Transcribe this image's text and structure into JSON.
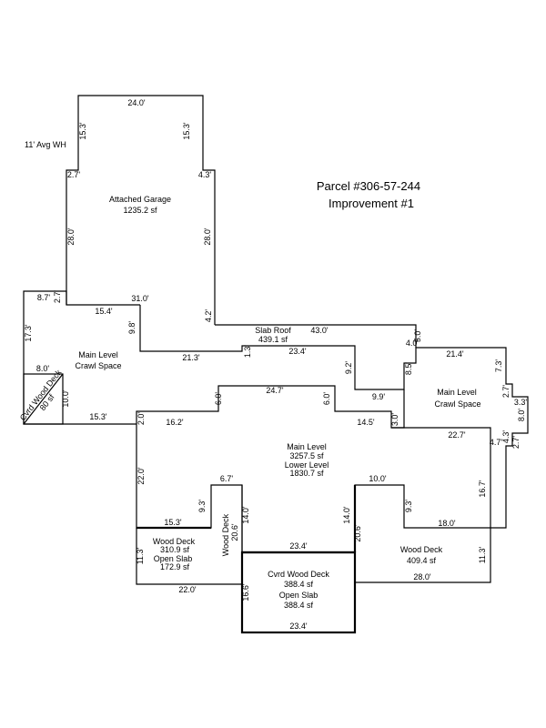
{
  "header": {
    "parcel": "Parcel #306-57-244",
    "improvement": "Improvement #1",
    "wall_height_note": "11' Avg WH"
  },
  "areas": {
    "garage_name": "Attached Garage",
    "garage_sf": "1235.2 sf",
    "slab_roof_name": "Slab Roof",
    "slab_roof_sf": "439.1 sf",
    "crawl_left_line1": "Main Level",
    "crawl_left_line2": "Crawl Space",
    "crawl_right_line1": "Main Level",
    "crawl_right_line2": "Crawl Space",
    "main_level_name": "Main Level",
    "main_level_sf": "3257.5 sf",
    "lower_level_name": "Lower Level",
    "lower_level_sf": "1830.7 sf",
    "cvrd_deck_small_name": "Cvrd Wood Deck",
    "cvrd_deck_small_sf": "80 sf",
    "wood_deck_left_name": "Wood Deck",
    "wood_deck_left_sf": "310.9 sf",
    "open_slab_left_name": "Open Slab",
    "open_slab_left_sf": "172.9 sf",
    "wood_deck_strip_name": "Wood Deck",
    "cvrd_deck_bottom_name": "Cvrd Wood Deck",
    "cvrd_deck_bottom_sf": "388.4 sf",
    "open_slab_bottom_name": "Open Slab",
    "open_slab_bottom_sf": "388.4 sf",
    "wood_deck_right_name": "Wood Deck",
    "wood_deck_right_sf": "409.4 sf"
  },
  "dims": {
    "g_top": "24.0'",
    "g_left_upper": "15.3'",
    "g_right_upper": "15.3'",
    "g_left_step": "2.7'",
    "g_right_step": "4.3'",
    "g_left": "28.0'",
    "g_right": "28.0'",
    "g_bottom": "31.0'",
    "g_right_lower": "4.2'",
    "cs_step_top": "8.7'",
    "cs_step_side": "2.7'",
    "cs_left": "17.3'",
    "cs_inner_top": "15.4'",
    "cs_inner_side": "9.8'",
    "cs_bottom": "21.3'",
    "cs_8": "8.0'",
    "cs_10": "10.0'",
    "cs_153": "15.3'",
    "sr_43": "43.0'",
    "sr_13": "1.3'",
    "sr_234": "23.4'",
    "sr_50": "5.0'",
    "sr_40": "4.0'",
    "rc_92": "9.2'",
    "rc_99": "9.9'",
    "rc_85": "8.5'",
    "rc_214": "21.4'",
    "rc_73": "7.3'",
    "rc_27a": "2.7'",
    "rc_33": "3.3'",
    "rc_80": "8.0'",
    "rc_43": "4.3'",
    "rc_47": "4.7'",
    "rc_27b": "2.7'",
    "rc_227": "22.7'",
    "ml_20": "2.0'",
    "ml_162": "16.2'",
    "ml_60a": "6.0'",
    "ml_247": "24.7'",
    "ml_60b": "6.0'",
    "ml_145": "14.5'",
    "ml_30": "3.0'",
    "ml_220": "22.0'",
    "ml_93a": "9.3'",
    "ml_67": "6.7'",
    "ml_140a": "14.0'",
    "ml_140b": "14.0'",
    "ml_100": "10.0'",
    "ml_93b": "9.3'",
    "ml_167": "16.7'",
    "dk_153": "15.3'",
    "dk_113a": "11.3'",
    "dk_220": "22.0'",
    "dk_206a": "20.6'",
    "dk_234top": "23.4'",
    "dk_206b": "20.6'",
    "dk_166": "16.6'",
    "dk_234bottom": "23.4'",
    "dk_180": "18.0'",
    "dk_113b": "11.3'",
    "dk_280": "28.0'"
  }
}
